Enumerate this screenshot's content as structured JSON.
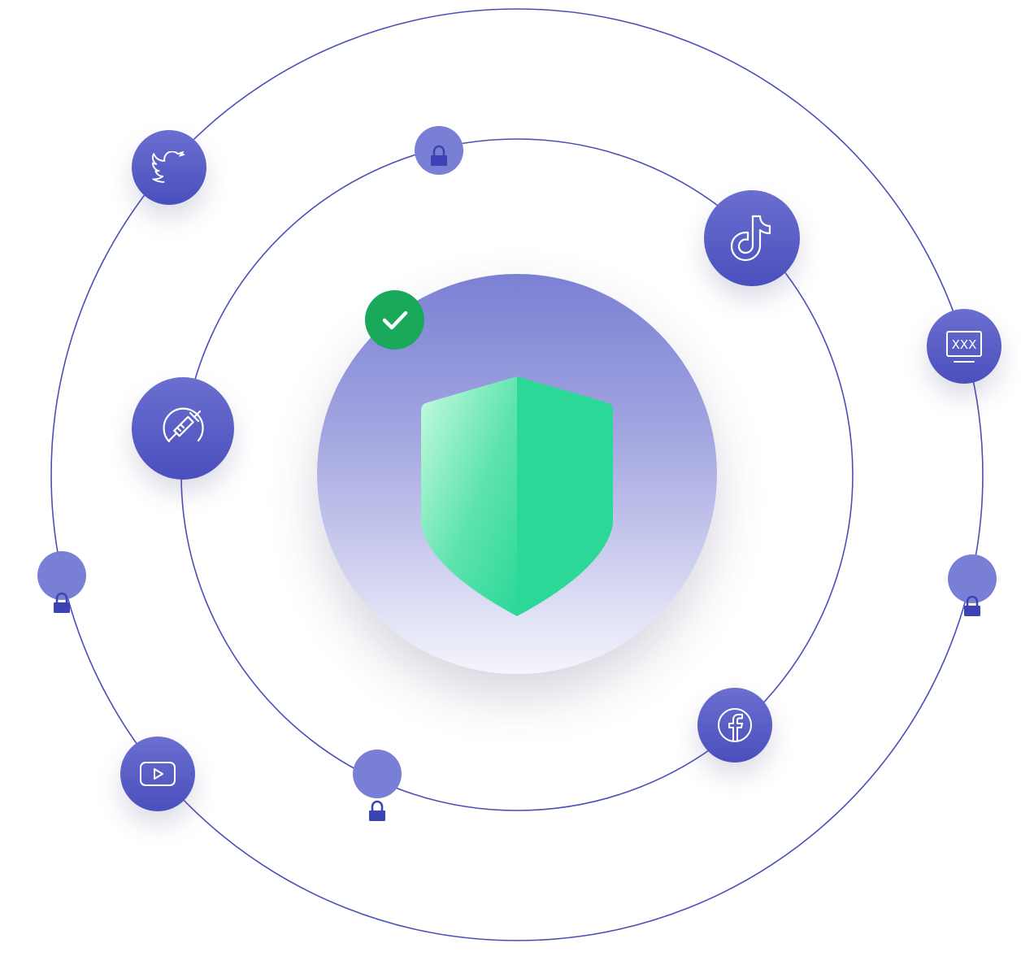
{
  "diagram": {
    "colors": {
      "orbit": "#4b4fb8",
      "app_fill_top": "#6b6fd0",
      "app_fill_bottom": "#4a4fbd",
      "dot_fill": "#7a7fd6",
      "lock_fill": "#3d43b4",
      "shield_light": "#b9f7d8",
      "shield_main": "#2bd897",
      "check_badge": "#1aa85a"
    },
    "apps": [
      {
        "id": "twitter",
        "icon": "twitter-icon"
      },
      {
        "id": "tiktok",
        "icon": "tiktok-icon"
      },
      {
        "id": "drugs",
        "icon": "syringe-icon"
      },
      {
        "id": "adult",
        "icon": "xxx-monitor-icon",
        "label": "XXX"
      },
      {
        "id": "youtube",
        "icon": "youtube-icon"
      },
      {
        "id": "facebook",
        "icon": "facebook-icon"
      }
    ],
    "locked_dots": 4,
    "center": {
      "icon": "shield-icon",
      "status": "check-icon"
    }
  }
}
